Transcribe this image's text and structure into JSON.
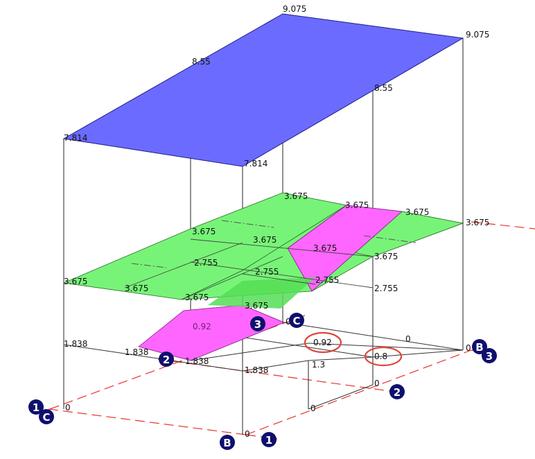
{
  "colors": {
    "roof": "#6b6bff",
    "green": "#77f477",
    "magenta": "#ff66ff",
    "grid_marker": "#0f0f6e",
    "grid_line": "#e8322b",
    "highlight": "#e0453a"
  },
  "roof_labels": {
    "top": "9.075",
    "right": "9.075",
    "left_mid": "8.55",
    "right_mid": "8.55",
    "left": "7.814",
    "front": "7.814"
  },
  "floor_labels": {
    "back": "3.675",
    "mid_left": "3.675",
    "mid_center": "3.675",
    "ramp_top1": "3.675",
    "ramp_top2": "3.675",
    "ramp_mid": "3.675",
    "far_right": "3.675",
    "right_front": "3.675",
    "left_front": "3.675",
    "front1": "3.675",
    "front2": "3.675",
    "front3": "3.675",
    "inner1": "2.755",
    "inner2": "2.755",
    "inner3": "2.755",
    "inner4": "2.755"
  },
  "lower_labels": {
    "ramp_base": "0.92",
    "circled1": "0.92",
    "circled2": "0.8",
    "left": "1.838",
    "mid": "1.838",
    "front": "1.838",
    "front2": "1.838",
    "mid_low": "1.3"
  },
  "ground_labels": {
    "top_c": "0",
    "right_a": "0",
    "right_b": "0",
    "left": "0",
    "center": "0",
    "right_low": "0",
    "inner": "0"
  },
  "grid_markers": {
    "c_top": "C",
    "three_a": "3",
    "b_right": "B",
    "three_right": "3",
    "two_right": "2",
    "two_left": "2",
    "one_left": "1",
    "c_left": "C",
    "b_bottom": "B",
    "one_bottom": "1"
  }
}
